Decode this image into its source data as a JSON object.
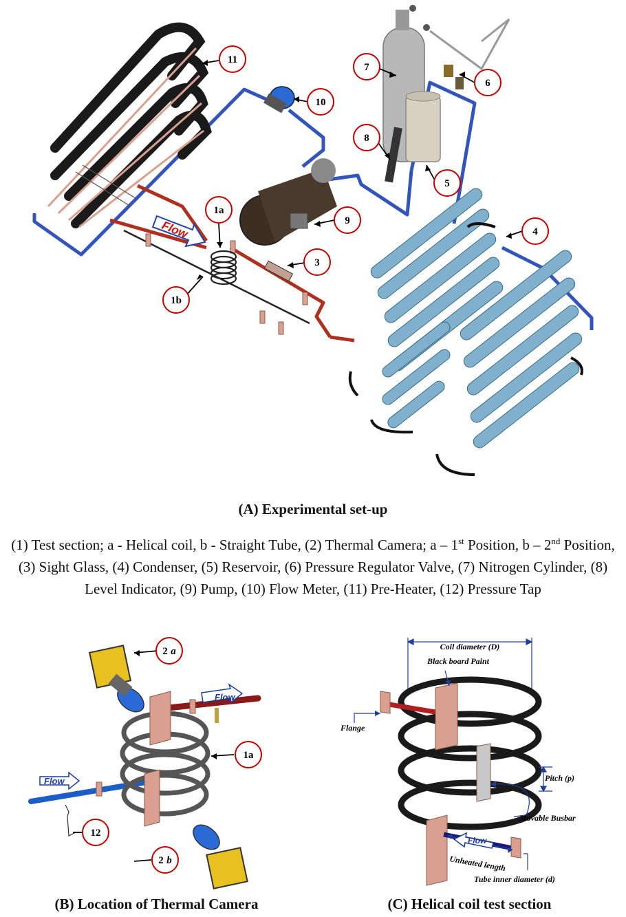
{
  "figure_a": {
    "caption": "(A) Experimental set-up",
    "flow_label": "Flow",
    "callouts": [
      "11",
      "10",
      "7",
      "6",
      "8",
      "5",
      "9",
      "1a",
      "4",
      "3",
      "1b"
    ]
  },
  "legend": {
    "part1": "(1) Test section; a - Helical coil, b - Straight Tube, (2) Thermal Camera; a – 1",
    "sup1": "st",
    "part2": " Position, b – 2",
    "sup2": "nd",
    "part3": " Position, (3) Sight Glass, (4) Condenser, (5) Reservoir, (6) Pressure Regulator Valve, (7) Nitrogen Cylinder, (8) Level Indicator, (9) Pump, (10) Flow Meter, (11) Pre-Heater, (12) Pressure Tap"
  },
  "figure_b": {
    "caption": "(B) Location of Thermal Camera",
    "flow_label": "Flow",
    "callouts": {
      "cam_a_num": "2",
      "cam_a_letter": "a",
      "coil": "1a",
      "tap": "12",
      "cam_b_num": "2",
      "cam_b_letter": "b"
    }
  },
  "figure_c": {
    "caption": "(C) Helical coil test section",
    "labels": {
      "coil_diameter": "Coil diameter  (D)",
      "paint": "Black board Paint",
      "flange": "Flange",
      "pitch": "Pitch (p)",
      "busbar": "Movable Busbar",
      "flow": "Flow",
      "unheated": "Unheated length",
      "inner_diameter": "Tube inner diameter (d)"
    }
  },
  "colors": {
    "callout_ring": "#c00000",
    "blue_pipe": "#3355bb",
    "red_pipe": "#b03020",
    "condenser": "#7fb0cc",
    "heater_black": "#1a1a1a",
    "copper": "#d9a090",
    "cylinder": "#b8b8b8",
    "pump": "#4a3a2e"
  }
}
